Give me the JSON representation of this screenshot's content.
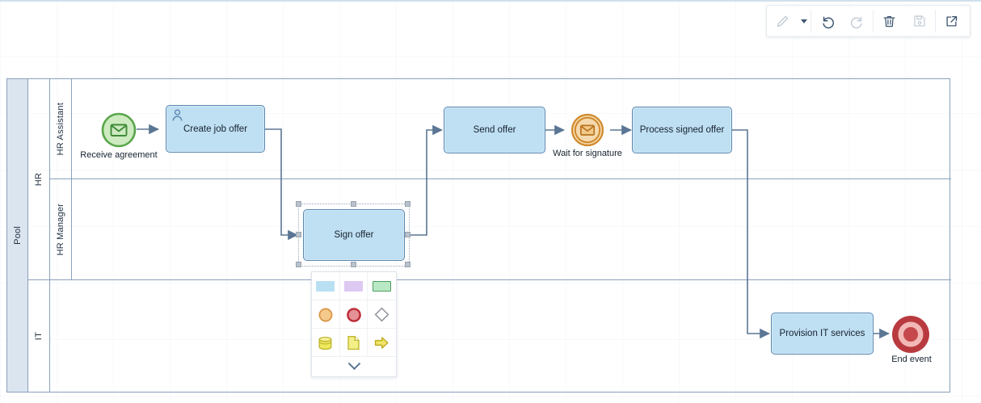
{
  "toolbar": {
    "buttons": [
      {
        "name": "pencil-icon",
        "label": "Edit",
        "state": "disabled"
      },
      {
        "name": "chevron-down-icon",
        "label": "Edit options",
        "state": "enabled"
      },
      {
        "name": "undo-icon",
        "label": "Undo",
        "state": "enabled"
      },
      {
        "name": "redo-icon",
        "label": "Redo",
        "state": "disabled"
      },
      {
        "name": "trash-icon",
        "label": "Delete",
        "state": "enabled"
      },
      {
        "name": "save-icon",
        "label": "Save",
        "state": "disabled"
      },
      {
        "name": "export-icon",
        "label": "Open in new window",
        "state": "enabled"
      }
    ]
  },
  "diagram": {
    "pool": {
      "label": "Pool"
    },
    "lanes": [
      {
        "label": "HR",
        "sublanes": [
          {
            "label": "HR Assistant"
          },
          {
            "label": "HR Manager"
          }
        ]
      },
      {
        "label": "IT",
        "sublanes": []
      }
    ],
    "nodes": [
      {
        "id": "receive-agreement",
        "type": "message-start-event",
        "label": "Receive agreement",
        "lane": "HR Assistant"
      },
      {
        "id": "create-job-offer",
        "type": "user-task",
        "label": "Create job offer",
        "lane": "HR Assistant"
      },
      {
        "id": "sign-offer",
        "type": "task",
        "label": "Sign offer",
        "lane": "HR Manager",
        "selected": true
      },
      {
        "id": "send-offer",
        "type": "task",
        "label": "Send offer",
        "lane": "HR Assistant"
      },
      {
        "id": "wait-for-signature",
        "type": "message-intermediate-catch-event",
        "label": "Wait for signature",
        "lane": "HR Assistant"
      },
      {
        "id": "process-signed-offer",
        "type": "task",
        "label": "Process signed offer",
        "lane": "HR Assistant"
      },
      {
        "id": "provision-it-services",
        "type": "task",
        "label": "Provision IT services",
        "lane": "IT"
      },
      {
        "id": "end-event",
        "type": "terminate-end-event",
        "label": "End event",
        "lane": "IT"
      }
    ]
  },
  "palette": {
    "items": [
      {
        "name": "shape-rectangle-blue",
        "label": "Blue rectangle",
        "color": "#b9e0f2"
      },
      {
        "name": "shape-rectangle-purple",
        "label": "Purple rectangle",
        "color": "#ddc9f2"
      },
      {
        "name": "shape-rectangle-green",
        "label": "Green rectangle",
        "color": "#b9e8c4"
      },
      {
        "name": "start-event-icon",
        "label": "Start event",
        "color": "#eda85a"
      },
      {
        "name": "end-event-icon",
        "label": "End event",
        "color": "#c9333f"
      },
      {
        "name": "gateway-diamond-icon",
        "label": "Gateway",
        "color": "#8a8f96"
      },
      {
        "name": "data-store-icon",
        "label": "Data store",
        "color": "#e6de53"
      },
      {
        "name": "data-object-icon",
        "label": "Data object",
        "color": "#e6de53"
      },
      {
        "name": "arrow-right-icon",
        "label": "Sequence flow",
        "color": "#d8c93c"
      }
    ],
    "more": {
      "name": "chevron-down-icon",
      "label": "More shapes"
    }
  },
  "colors": {
    "task_fill": "#bfdff2",
    "task_stroke": "#5b87b0",
    "start_event_stroke": "#59a64a",
    "start_event_fill": "#cdeac0",
    "catch_event_stroke": "#d08a2c",
    "catch_event_fill": "#f5d9ae",
    "end_event_stroke": "#b83a3f",
    "connector": "#5b7694",
    "lane_stroke": "#8aa0bb",
    "pool_header_fill": "#dbe5f0"
  }
}
